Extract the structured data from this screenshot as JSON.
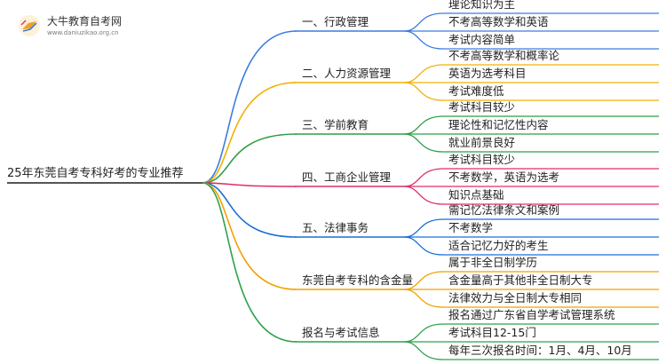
{
  "logo": {
    "title": "大牛教育自考网",
    "url": "www.daniuzikao.org.cn",
    "accent": "#f0a020"
  },
  "mindmap": {
    "root": "25年东莞自考专科好考的专业推荐",
    "branches": [
      {
        "label": "一、行政管理",
        "color": "#3b7ce0",
        "children": [
          "理论知识为主",
          "不考高等数学和英语",
          "考试内容简单"
        ]
      },
      {
        "label": "二、人力资源管理",
        "color": "#f2b000",
        "children": [
          "不考高等数学和概率论",
          "英语为选考科目",
          "考试难度低"
        ]
      },
      {
        "label": "三、学前教育",
        "color": "#2e9e45",
        "children": [
          "考试科目较少",
          "理论性和记忆性内容",
          "就业前景良好"
        ]
      },
      {
        "label": "四、工商企业管理",
        "color": "#e02c6d",
        "children": [
          "考试科目较少",
          "不考数学，英语为选考",
          "知识点基础"
        ]
      },
      {
        "label": "五、法律事务",
        "color": "#1a6fd6",
        "children": [
          "需记忆法律条文和案例",
          "不考数学",
          "适合记忆力好的考生"
        ]
      },
      {
        "label": "东莞自考专科的含金量",
        "color": "#f2a000",
        "children": [
          "属于非全日制学历",
          "含金量高于其他非全日制大专",
          "法律效力与全日制大专相同"
        ]
      },
      {
        "label": "报名与考试信息",
        "color": "#2ea24a",
        "children": [
          "报名通过广东省自学考试管理系统",
          "考试科目12-15门",
          "每年三次报名时间：1月、4月、10月"
        ]
      }
    ]
  }
}
